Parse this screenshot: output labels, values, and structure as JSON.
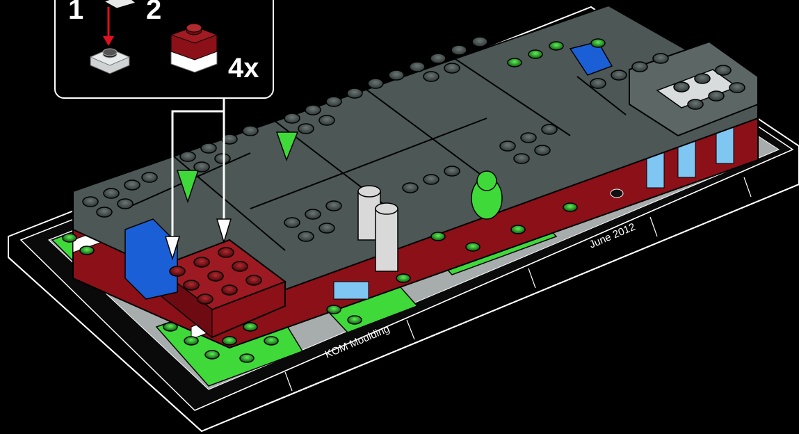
{
  "callout": {
    "step_1": "1",
    "step_2": "2",
    "quantity": "4x"
  },
  "nameplate": {
    "left_text": "KOM Moulding",
    "right_text": "June 2012"
  },
  "colors": {
    "background": "#000000",
    "roof_dark_gray": "#4c5756",
    "dark_red": "#8b1018",
    "bright_green": "#3fd93a",
    "light_gray": "#a7adac",
    "sky_blue": "#7fc6f2",
    "blue": "#1b5fd6",
    "white": "#ffffff",
    "arrow_red": "#e01020"
  },
  "icons": [
    "arrow-down-icon",
    "pointer-arrow-icon"
  ]
}
